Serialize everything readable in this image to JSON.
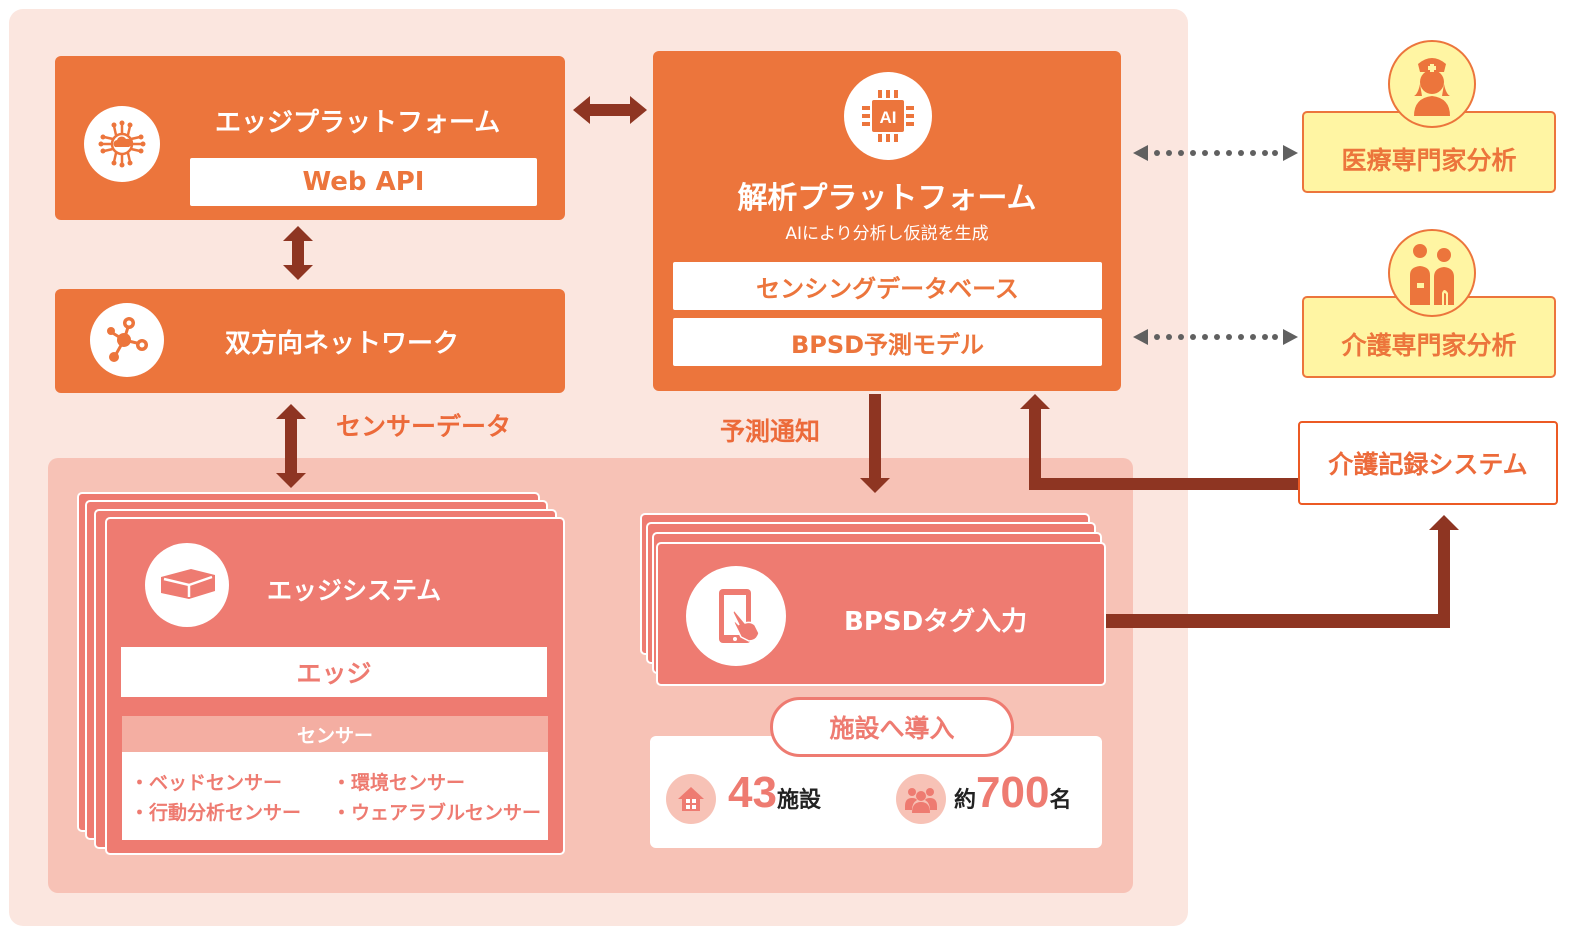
{
  "edge_platform": {
    "title": "エッジプラットフォーム",
    "sub": "Web API"
  },
  "network": {
    "title": "双方向ネットワーク"
  },
  "analysis_platform": {
    "title": "解析プラットフォーム",
    "subtitle": "AIにより分析し仮説を生成",
    "icon_label": "AI",
    "items": [
      "センシングデータベース",
      "BPSD予測モデル"
    ]
  },
  "labels": {
    "sensor_data": "センサーデータ",
    "prediction_notice": "予測通知"
  },
  "experts": [
    {
      "label": "医療専門家分析",
      "icon": "nurse-icon"
    },
    {
      "label": "介護専門家分析",
      "icon": "caregivers-icon"
    }
  ],
  "care_record": {
    "label": "介護記録システム"
  },
  "edge_system": {
    "title": "エッジシステム",
    "edge_label": "エッジ",
    "sensor_header": "センサー",
    "sensors": [
      "・ベッドセンサー",
      "・環境センサー",
      "・行動分析センサー",
      "・ウェアラブルセンサー"
    ]
  },
  "bpsd_tag": {
    "title": "BPSDタグ入力"
  },
  "facility": {
    "badge": "施設へ導入",
    "facilities_count": "43",
    "facilities_unit": "施設",
    "people_prefix": "約",
    "people_count": "700",
    "people_unit": "名"
  },
  "colors": {
    "orange": "#ec753c",
    "salmon": "#ee7b71",
    "arrow": "#8e3522",
    "yellow": "#fff5a3",
    "dotted": "#606060"
  }
}
